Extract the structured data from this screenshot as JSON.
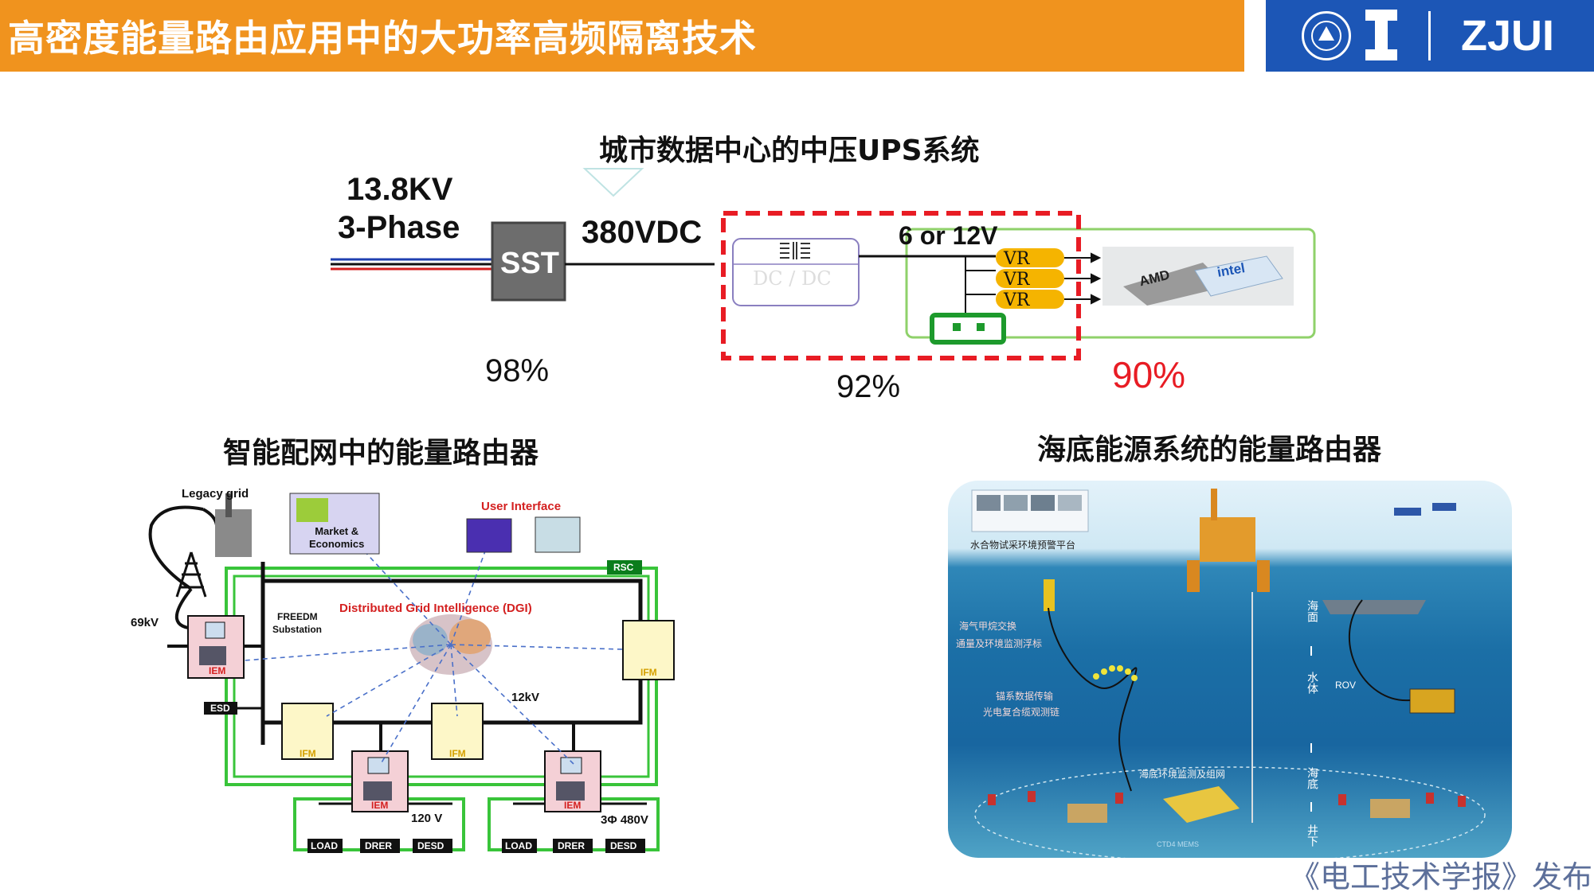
{
  "header": {
    "title": "高密度能量路由应用中的大功率高频隔离技术",
    "logo_text": "ZJUI",
    "colors": {
      "title_bar": "#f0931e",
      "logo_bar": "#1c56b6"
    }
  },
  "ups": {
    "heading": "城市数据中心的中压UPS系统",
    "input_label_line1": "13.8KV",
    "input_label_line2": "3-Phase",
    "sst_label": "SST",
    "dc_bus_label": "380VDC",
    "dcdc_label": "DC / DC",
    "output_voltage_label": "6 or 12V",
    "vr_labels": [
      "VR",
      "VR",
      "VR"
    ],
    "chip_labels": [
      "AMD",
      "intel"
    ],
    "efficiency_sst": "98%",
    "efficiency_dcdc": "92%",
    "efficiency_total": "90%",
    "colors": {
      "total_efficiency": "#e81c24",
      "dashed_box": "#e81c24",
      "vr": "#f5b400",
      "server_box": "#6fbf4a"
    }
  },
  "grid": {
    "heading": "智能配网中的能量路由器",
    "legacy_grid": "Legacy grid",
    "market": "Market &\nEconomics",
    "user_interface": "User Interface",
    "rsc": "RSC",
    "freedm": "FREEDM",
    "substation": "Substation",
    "dgi": "Distributed Grid Intelligence (DGI)",
    "kv69": "69kV",
    "kv12": "12kV",
    "esd": "ESD",
    "iem": "IEM",
    "ifm": "IFM",
    "v120": "120 V",
    "v480": "3Φ 480V",
    "loads_left": [
      "LOAD",
      "DRER",
      "DESD"
    ],
    "loads_right": [
      "LOAD",
      "DRER",
      "DESD"
    ]
  },
  "subsea": {
    "heading": "海底能源系统的能量路由器",
    "platform": "水合物试采环境预警平台",
    "vertical_labels": [
      "海面",
      "水体",
      "海底",
      "井下"
    ],
    "rov": "ROV",
    "note1": "海气甲烷交换",
    "note2": "通量及环境监测浮标",
    "note3": "锚系数据传输",
    "note4": "光电复合缆观测链",
    "note5": "海底环境监测及组网",
    "ids_small": "CTD4 MEMS"
  },
  "footer": {
    "text": "《电工技术学报》发布"
  }
}
